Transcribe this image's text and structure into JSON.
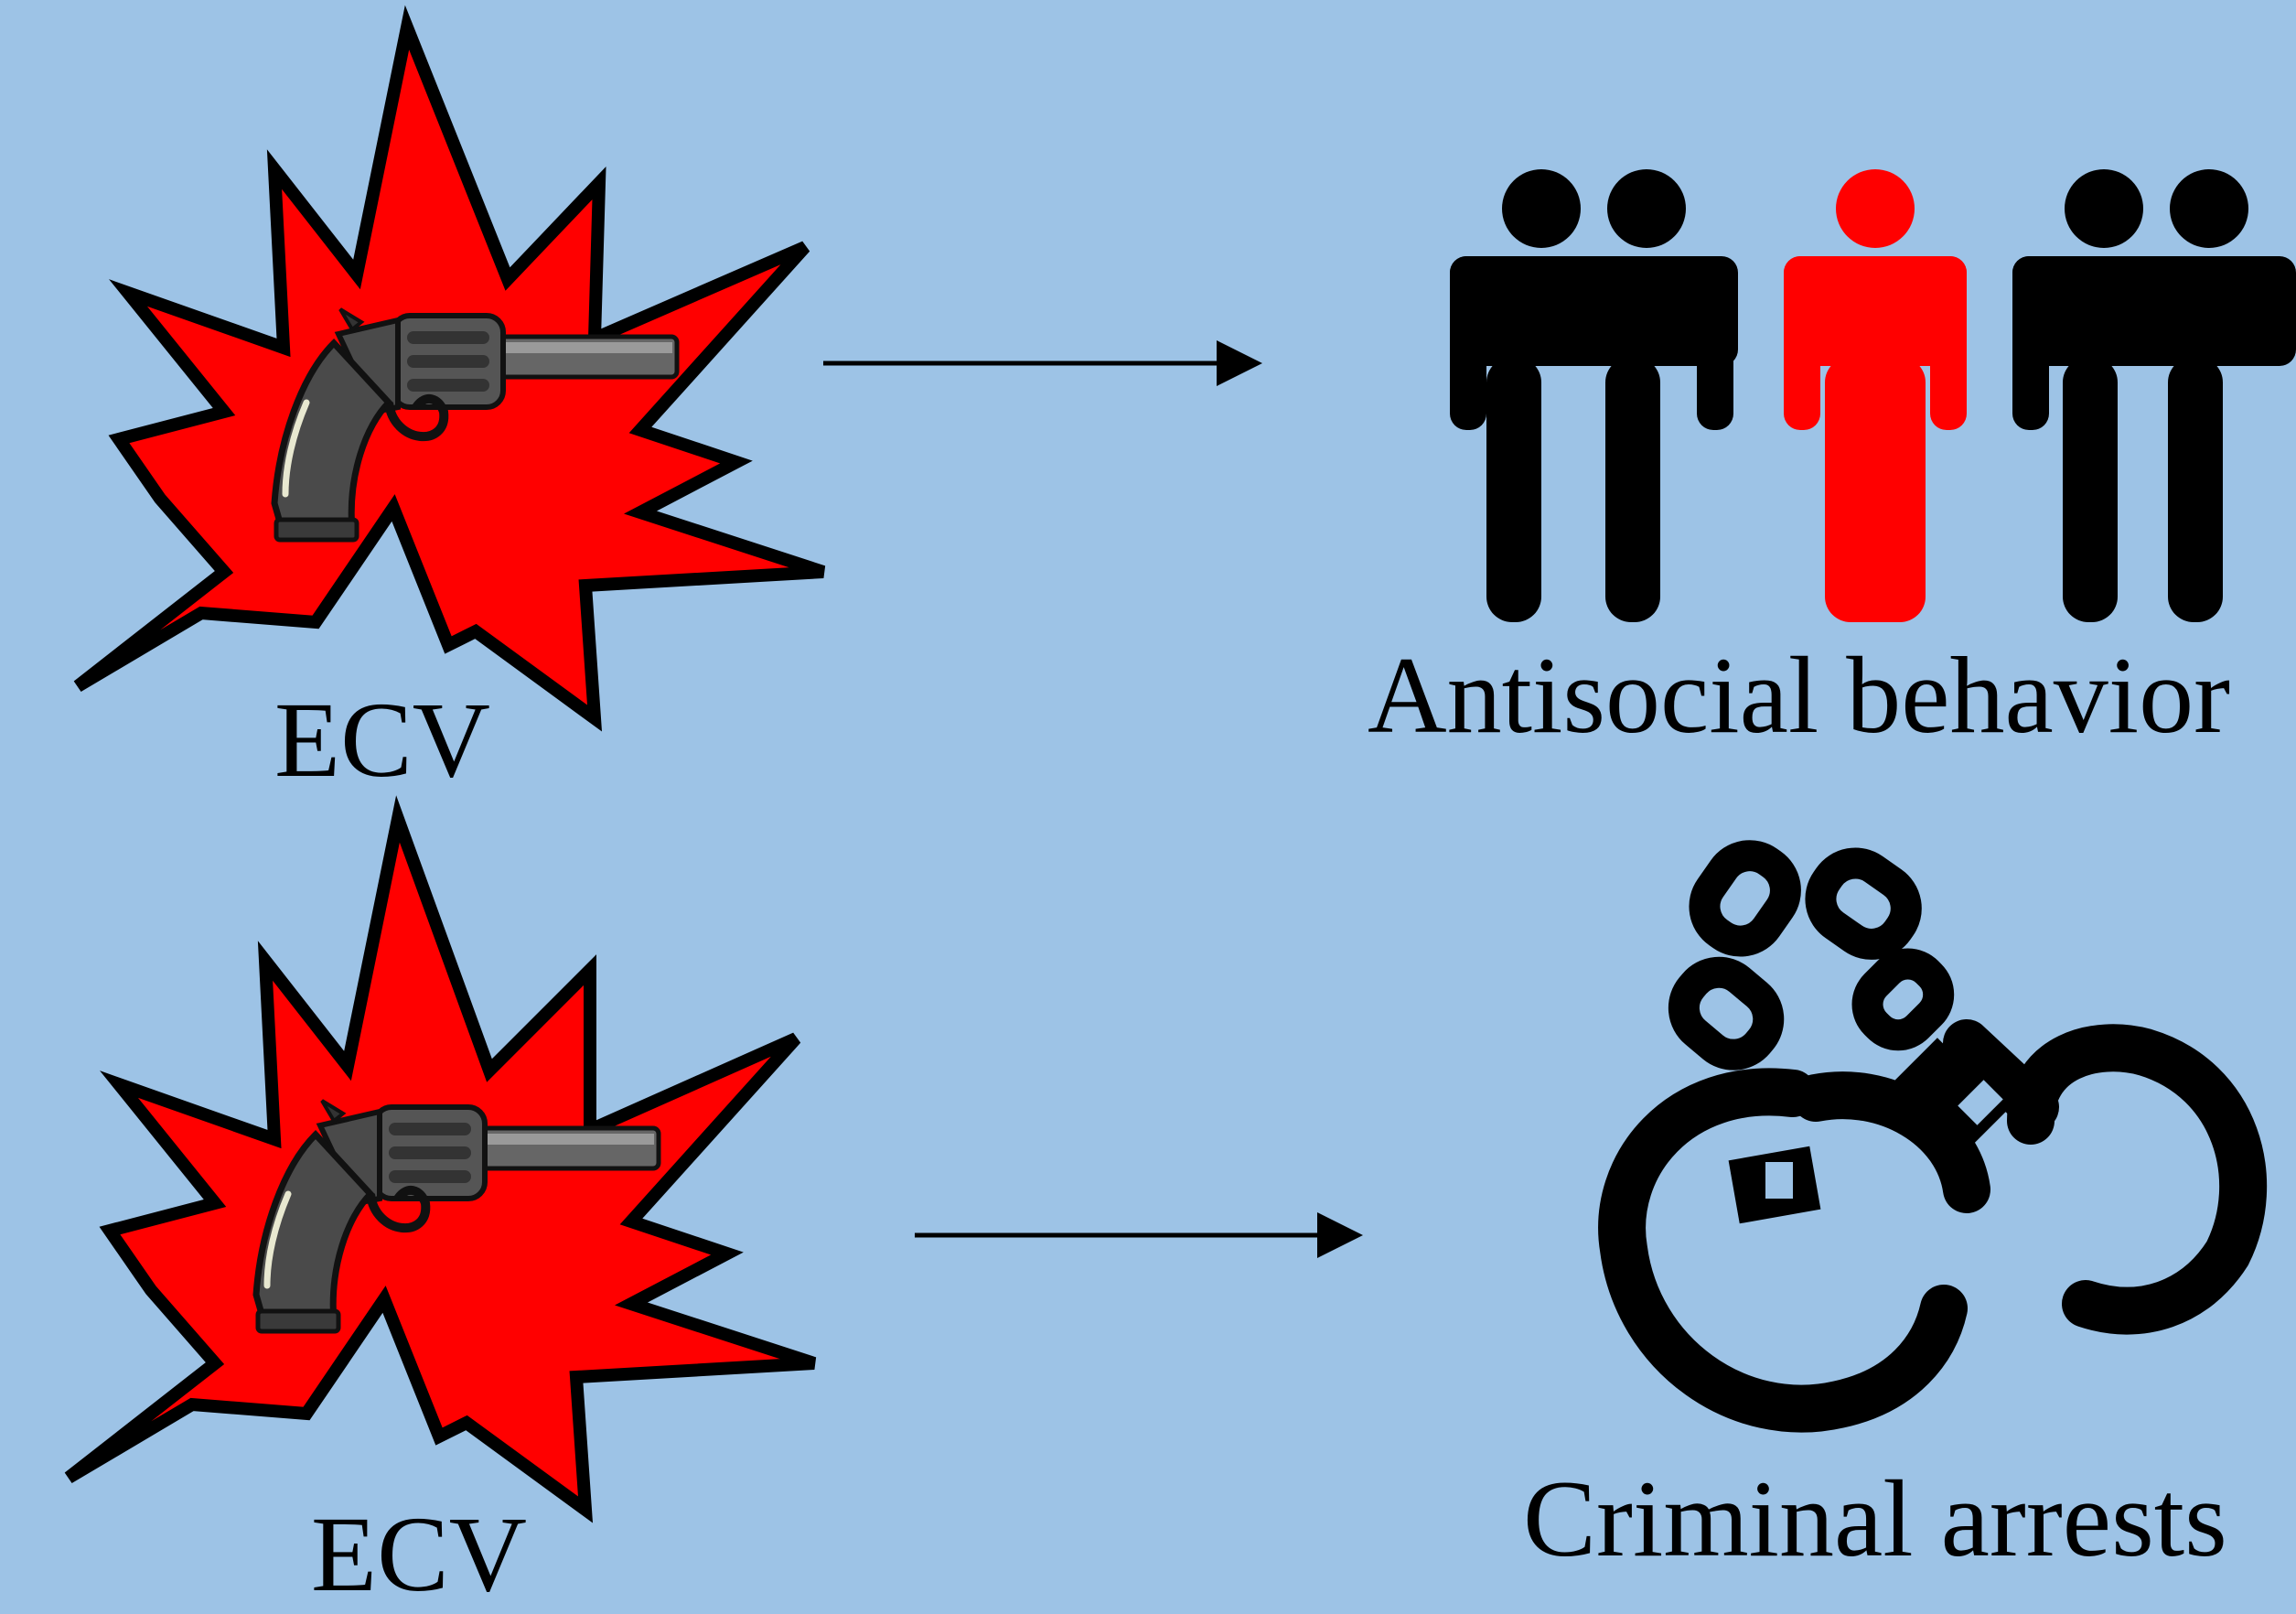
{
  "rows": [
    {
      "cause_label": "ECV",
      "cause_icon": "gun-explosion-icon",
      "effect_label": "Antisocial behavior",
      "effect_icon": "people-group-icon"
    },
    {
      "cause_label": "ECV",
      "cause_icon": "gun-explosion-icon",
      "effect_label": "Criminal arrests",
      "effect_icon": "handcuffs-icon"
    }
  ],
  "colors": {
    "background": "#9dc3e6",
    "explosion": "#ff0000",
    "outline": "#000000",
    "gun": "#4a4a4a",
    "highlighted_person": "#ff0000"
  }
}
